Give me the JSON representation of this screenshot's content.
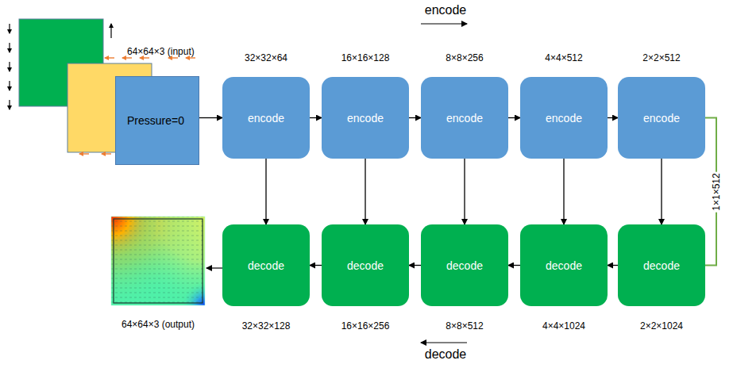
{
  "diagram": {
    "nodes": [
      {
        "text": [
          "Pressure=0"
        ]
      },
      {
        "text": [
          "encode"
        ]
      },
      {
        "text": [
          "encode"
        ]
      },
      {
        "text": [
          "encode"
        ]
      },
      {
        "text": [
          "encode"
        ]
      },
      {
        "text": [
          "encode"
        ]
      },
      {
        "text": [
          "decode"
        ]
      },
      {
        "text": [
          "decode"
        ]
      },
      {
        "text": [
          "decode"
        ]
      },
      {
        "text": [
          "decode"
        ]
      },
      {
        "text": [
          "decode"
        ]
      }
    ],
    "edges": [
      {
        "from": 0,
        "to": 1,
        "arrow": "to"
      },
      {
        "from": 1,
        "to": 2,
        "arrow": "to"
      },
      {
        "from": 2,
        "to": 3,
        "arrow": "to"
      },
      {
        "from": 3,
        "to": 4,
        "arrow": "to"
      },
      {
        "from": 4,
        "to": 5,
        "arrow": "to"
      },
      {
        "from": 5,
        "to": 10,
        "label": "1×1×512",
        "arrow": "none"
      },
      {
        "from": 1,
        "to": 6,
        "arrow": "to"
      },
      {
        "from": 2,
        "to": 7,
        "arrow": "to"
      },
      {
        "from": 3,
        "to": 8,
        "arrow": "to"
      },
      {
        "from": 4,
        "to": 9,
        "arrow": "to"
      },
      {
        "from": 5,
        "to": 10,
        "arrow": "to"
      },
      {
        "from": 10,
        "to": 9,
        "arrow": "to"
      },
      {
        "from": 9,
        "to": 8,
        "arrow": "to"
      },
      {
        "from": 8,
        "to": 7,
        "arrow": "to"
      },
      {
        "from": 7,
        "to": 6,
        "arrow": "to"
      }
    ],
    "labels": [
      "encode",
      "64×64×3 (input)",
      "32×32×64",
      "16×16×128",
      "8×8×256",
      "4×4×512",
      "2×2×512",
      "64×64×3 (output)",
      "32×32×128",
      "16×16×256",
      "8×8×512",
      "4×4×1024",
      "2×2×1024",
      "decode"
    ]
  }
}
